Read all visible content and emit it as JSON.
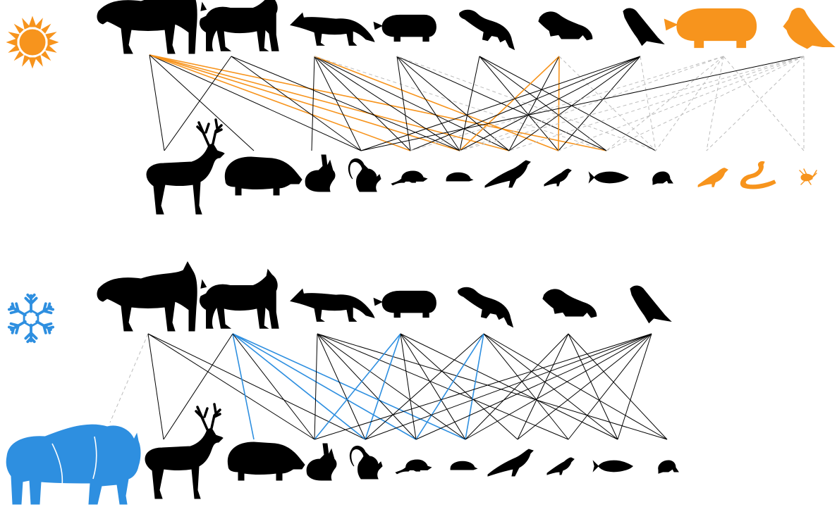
{
  "colors": {
    "animal": "#000000",
    "summer_accent": "#F7941D",
    "winter_accent": "#2E8FE0",
    "dashed_link": "#bdbdbd",
    "link": "#000000"
  },
  "panels": [
    {
      "season": "summer",
      "season_icon": "sun-icon",
      "predators": [
        "wolf",
        "lynx",
        "red-fox",
        "badger",
        "otter",
        "polecat",
        "goshawk",
        "badger-highlight",
        "eagle-highlight"
      ],
      "highlighted_predators": [
        "badger-highlight",
        "eagle-highlight"
      ],
      "prey": [
        "red-deer",
        "wild-boar",
        "hare",
        "squirrel",
        "mouse",
        "vole",
        "crow",
        "small-bird",
        "fish",
        "frog",
        "songbird-highlight",
        "snake-highlight",
        "insect-highlight"
      ],
      "highlighted_prey": [
        "songbird-highlight",
        "snake-highlight",
        "insect-highlight"
      ],
      "links": [
        {
          "from": "wolf",
          "to": "red-deer",
          "style": "solid"
        },
        {
          "from": "wolf",
          "to": "squirrel",
          "style": "solid"
        },
        {
          "from": "wolf",
          "to": "mouse",
          "style": "accent"
        },
        {
          "from": "wolf",
          "to": "vole",
          "style": "accent"
        },
        {
          "from": "wolf",
          "to": "crow",
          "style": "accent"
        },
        {
          "from": "wolf",
          "to": "fish",
          "style": "accent"
        },
        {
          "from": "wolf",
          "to": "wild-boar",
          "style": "solid"
        },
        {
          "from": "lynx",
          "to": "red-deer",
          "style": "solid"
        },
        {
          "from": "lynx",
          "to": "squirrel",
          "style": "solid"
        },
        {
          "from": "lynx",
          "to": "vole",
          "style": "solid"
        },
        {
          "from": "red-fox",
          "to": "squirrel",
          "style": "solid"
        },
        {
          "from": "red-fox",
          "to": "hare",
          "style": "solid"
        },
        {
          "from": "red-fox",
          "to": "mouse",
          "style": "solid"
        },
        {
          "from": "red-fox",
          "to": "vole",
          "style": "solid"
        },
        {
          "from": "red-fox",
          "to": "crow",
          "style": "solid"
        },
        {
          "from": "red-fox",
          "to": "small-bird",
          "style": "accent"
        },
        {
          "from": "red-fox",
          "to": "fish",
          "style": "dashed"
        },
        {
          "from": "badger",
          "to": "mouse",
          "style": "solid"
        },
        {
          "from": "badger",
          "to": "vole",
          "style": "solid"
        },
        {
          "from": "badger",
          "to": "crow",
          "style": "solid"
        },
        {
          "from": "badger",
          "to": "fish",
          "style": "solid"
        },
        {
          "from": "badger",
          "to": "frog",
          "style": "dashed"
        },
        {
          "from": "otter",
          "to": "vole",
          "style": "solid"
        },
        {
          "from": "otter",
          "to": "small-bird",
          "style": "solid"
        },
        {
          "from": "otter",
          "to": "fish",
          "style": "solid"
        },
        {
          "from": "otter",
          "to": "frog",
          "style": "solid"
        },
        {
          "from": "polecat",
          "to": "vole",
          "style": "accent"
        },
        {
          "from": "polecat",
          "to": "crow",
          "style": "solid"
        },
        {
          "from": "polecat",
          "to": "small-bird",
          "style": "accent"
        },
        {
          "from": "polecat",
          "to": "frog",
          "style": "dashed"
        },
        {
          "from": "goshawk",
          "to": "squirrel",
          "style": "solid"
        },
        {
          "from": "goshawk",
          "to": "mouse",
          "style": "solid"
        },
        {
          "from": "goshawk",
          "to": "vole",
          "style": "solid"
        },
        {
          "from": "goshawk",
          "to": "crow",
          "style": "solid"
        },
        {
          "from": "goshawk",
          "to": "small-bird",
          "style": "solid"
        },
        {
          "from": "goshawk",
          "to": "frog",
          "style": "dashed"
        },
        {
          "from": "badger-highlight",
          "to": "mouse",
          "style": "dashed"
        },
        {
          "from": "badger-highlight",
          "to": "vole",
          "style": "dashed"
        },
        {
          "from": "badger-highlight",
          "to": "fish",
          "style": "dashed"
        },
        {
          "from": "badger-highlight",
          "to": "frog",
          "style": "dashed"
        },
        {
          "from": "badger-highlight",
          "to": "songbird-highlight",
          "style": "dashed"
        },
        {
          "from": "badger-highlight",
          "to": "insect-highlight",
          "style": "dashed"
        },
        {
          "from": "eagle-highlight",
          "to": "squirrel",
          "style": "solid"
        },
        {
          "from": "eagle-highlight",
          "to": "vole",
          "style": "dashed"
        },
        {
          "from": "eagle-highlight",
          "to": "crow",
          "style": "dashed"
        },
        {
          "from": "eagle-highlight",
          "to": "small-bird",
          "style": "dashed"
        },
        {
          "from": "eagle-highlight",
          "to": "fish",
          "style": "dashed"
        },
        {
          "from": "eagle-highlight",
          "to": "songbird-highlight",
          "style": "dashed"
        },
        {
          "from": "eagle-highlight",
          "to": "insect-highlight",
          "style": "dashed"
        }
      ]
    },
    {
      "season": "winter",
      "season_icon": "snowflake-icon",
      "predators": [
        "wolf",
        "lynx",
        "red-fox",
        "badger",
        "otter",
        "polecat",
        "goshawk"
      ],
      "prey": [
        "bison-highlight",
        "red-deer",
        "wild-boar",
        "hare",
        "squirrel",
        "mouse",
        "vole",
        "crow",
        "small-bird",
        "fish",
        "frog"
      ],
      "highlighted_prey": [
        "bison-highlight"
      ],
      "links": [
        {
          "from": "wolf",
          "to": "bison-highlight",
          "style": "dashed"
        },
        {
          "from": "wolf",
          "to": "red-deer",
          "style": "solid"
        },
        {
          "from": "wolf",
          "to": "hare",
          "style": "solid"
        },
        {
          "from": "wolf",
          "to": "squirrel",
          "style": "solid"
        },
        {
          "from": "lynx",
          "to": "red-deer",
          "style": "solid"
        },
        {
          "from": "lynx",
          "to": "wild-boar",
          "style": "accent"
        },
        {
          "from": "lynx",
          "to": "squirrel",
          "style": "accent"
        },
        {
          "from": "lynx",
          "to": "mouse",
          "style": "accent"
        },
        {
          "from": "lynx",
          "to": "vole",
          "style": "accent"
        },
        {
          "from": "lynx",
          "to": "hare",
          "style": "solid"
        },
        {
          "from": "red-fox",
          "to": "hare",
          "style": "solid"
        },
        {
          "from": "red-fox",
          "to": "squirrel",
          "style": "solid"
        },
        {
          "from": "red-fox",
          "to": "mouse",
          "style": "solid"
        },
        {
          "from": "red-fox",
          "to": "vole",
          "style": "solid"
        },
        {
          "from": "red-fox",
          "to": "small-bird",
          "style": "solid"
        },
        {
          "from": "red-fox",
          "to": "frog",
          "style": "solid"
        },
        {
          "from": "badger",
          "to": "hare",
          "style": "accent"
        },
        {
          "from": "badger",
          "to": "squirrel",
          "style": "accent"
        },
        {
          "from": "badger",
          "to": "mouse",
          "style": "solid"
        },
        {
          "from": "badger",
          "to": "vole",
          "style": "solid"
        },
        {
          "from": "badger",
          "to": "crow",
          "style": "solid"
        },
        {
          "from": "badger",
          "to": "fish",
          "style": "solid"
        },
        {
          "from": "otter",
          "to": "squirrel",
          "style": "solid"
        },
        {
          "from": "otter",
          "to": "mouse",
          "style": "accent"
        },
        {
          "from": "otter",
          "to": "vole",
          "style": "accent"
        },
        {
          "from": "otter",
          "to": "small-bird",
          "style": "solid"
        },
        {
          "from": "otter",
          "to": "fish",
          "style": "solid"
        },
        {
          "from": "otter",
          "to": "frog",
          "style": "solid"
        },
        {
          "from": "polecat",
          "to": "vole",
          "style": "solid"
        },
        {
          "from": "polecat",
          "to": "crow",
          "style": "solid"
        },
        {
          "from": "polecat",
          "to": "fish",
          "style": "solid"
        },
        {
          "from": "polecat",
          "to": "frog",
          "style": "solid"
        },
        {
          "from": "goshawk",
          "to": "hare",
          "style": "solid"
        },
        {
          "from": "goshawk",
          "to": "squirrel",
          "style": "solid"
        },
        {
          "from": "goshawk",
          "to": "mouse",
          "style": "solid"
        },
        {
          "from": "goshawk",
          "to": "vole",
          "style": "solid"
        },
        {
          "from": "goshawk",
          "to": "crow",
          "style": "solid"
        },
        {
          "from": "goshawk",
          "to": "small-bird",
          "style": "solid"
        },
        {
          "from": "goshawk",
          "to": "fish",
          "style": "solid"
        }
      ]
    }
  ]
}
